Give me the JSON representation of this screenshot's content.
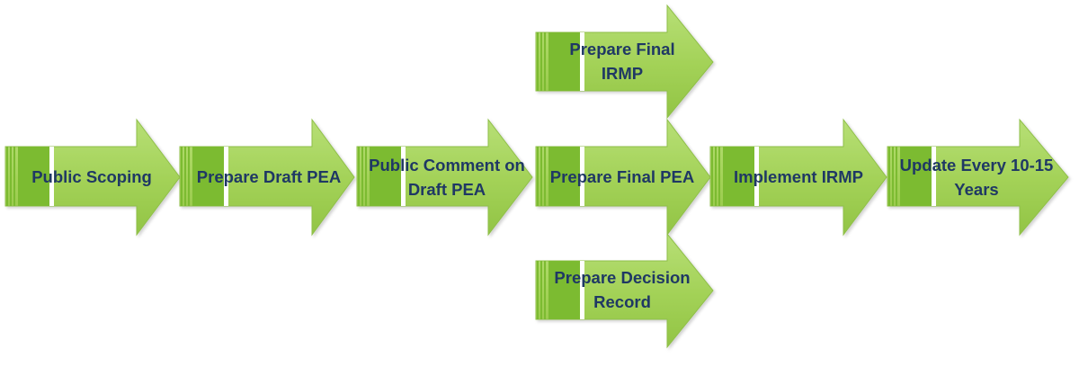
{
  "colors": {
    "arrow_light": "#a6d45a",
    "arrow_mid": "#94c845",
    "arrow_stripe": "#7cbb31",
    "arrow_edge": "#8fbf4a",
    "text": "#1f3864"
  },
  "steps": [
    {
      "id": "public-scoping",
      "label": "Public Scoping"
    },
    {
      "id": "prepare-draft-pea",
      "label": "Prepare Draft PEA"
    },
    {
      "id": "public-comment",
      "label": "Public Comment on Draft PEA"
    },
    {
      "id": "prepare-final-irmp",
      "label": "Prepare Final IRMP"
    },
    {
      "id": "prepare-final-pea",
      "label": "Prepare Final PEA"
    },
    {
      "id": "prepare-decision-record",
      "label": "Prepare Decision Record"
    },
    {
      "id": "implement-irmp",
      "label": "Implement IRMP"
    },
    {
      "id": "update-every",
      "label": "Update Every 10-15 Years"
    }
  ]
}
